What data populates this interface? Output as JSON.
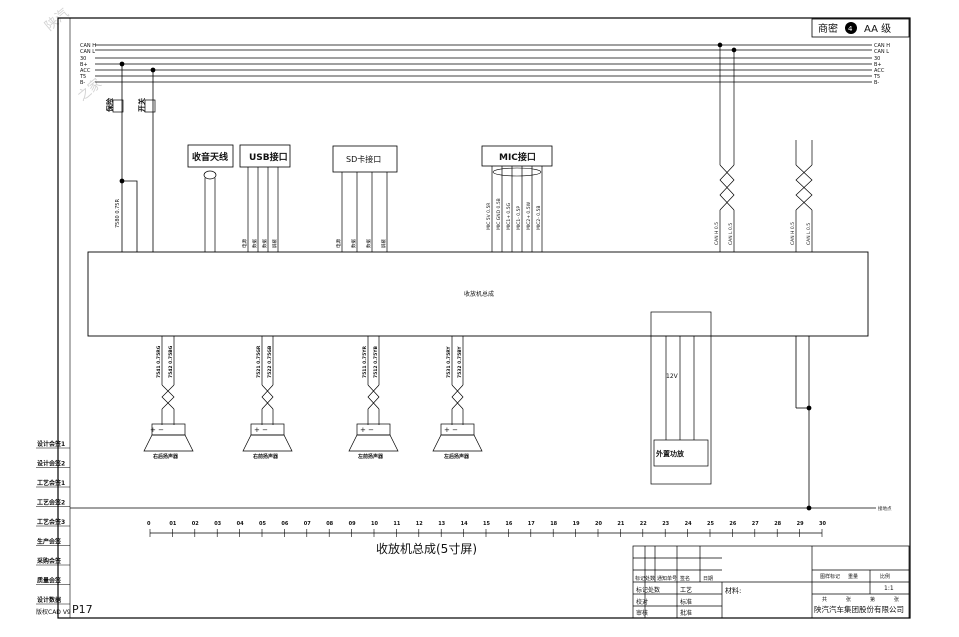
{
  "header": {
    "grade_label": "商密",
    "grade_num": "4",
    "grade_level": "AA 级"
  },
  "watermark": [
    "陕汽",
    "之家"
  ],
  "bus_lines_left": [
    "CAN H",
    "CAN L",
    "30",
    "B+",
    "ACC",
    "T5",
    "B-"
  ],
  "bus_lines_right": [
    "CAN H",
    "CAN L",
    "30",
    "B+",
    "ACC",
    "T5",
    "B-"
  ],
  "top_labels": {
    "fuse1": "保险",
    "fuse2": "开关"
  },
  "devices": {
    "radio_antenna": "收音天线",
    "usb": "USB接口",
    "sd": "SD卡接口",
    "mic": "MIC接口",
    "main_unit": "收放机总成",
    "amplifier": "外置功放",
    "amp_text": "12V"
  },
  "speakers": [
    "右后扬声器",
    "右前扬声器",
    "左前扬声器",
    "左后扬声器"
  ],
  "wire_labels": {
    "main_left": "7580 0.75R",
    "mic_wires": [
      "MIC 5V 0.5R",
      "MIC GND 0.5B",
      "MIC1+ 0.5G",
      "MIC1- 0.5P",
      "MIC2+ 0.5W",
      "MIC2- 0.5B"
    ],
    "usb_wires": [
      "电源",
      "数据",
      "数据",
      "屏蔽"
    ],
    "sd_wires": [
      "电源",
      "数据",
      "数据",
      "屏蔽"
    ],
    "can_wires": [
      "CAN H 0.5",
      "CAN L 0.5",
      "CAN H 0.5",
      "CAN L 0.5"
    ],
    "speaker_wires": [
      [
        "7541 0.75RG",
        "7542 0.75BG"
      ],
      [
        "7521 0.75GR",
        "7522 0.75GB"
      ],
      [
        "7511 0.75YR",
        "7512 0.75YB"
      ],
      [
        "7531 0.75RY",
        "7532 0.75BY"
      ]
    ]
  },
  "ground_label": "接地点",
  "ruler_ticks": [
    "0",
    "01",
    "02",
    "03",
    "04",
    "05",
    "06",
    "07",
    "08",
    "09",
    "10",
    "11",
    "12",
    "13",
    "14",
    "15",
    "16",
    "17",
    "18",
    "19",
    "20",
    "21",
    "22",
    "23",
    "24",
    "25",
    "26",
    "27",
    "28",
    "29",
    "30"
  ],
  "title": "收放机总成(5寸屏)",
  "side_signatures": [
    "设计会签1",
    "设计会签2",
    "工艺会签1",
    "工艺会签2",
    "工艺会签3",
    "生产会签",
    "采购会签",
    "质量会签",
    "设计数据"
  ],
  "page_meta": {
    "cad": "版权CAD V9",
    "page": "P17"
  },
  "title_block": {
    "left_rows": [
      "标记处数",
      "校对",
      "审核"
    ],
    "mid_rows": [
      "工艺",
      "标准",
      "批准"
    ],
    "header_cells": [
      "标记处数",
      "通知单号",
      "签名",
      "日期"
    ],
    "material": "材料:",
    "right_header": [
      "图样标记",
      "重量",
      "比例"
    ],
    "scale": "1:1",
    "sheet_row": [
      "共",
      "张",
      "第",
      "张"
    ],
    "company": "陕汽汽车集团股份有限公司"
  }
}
